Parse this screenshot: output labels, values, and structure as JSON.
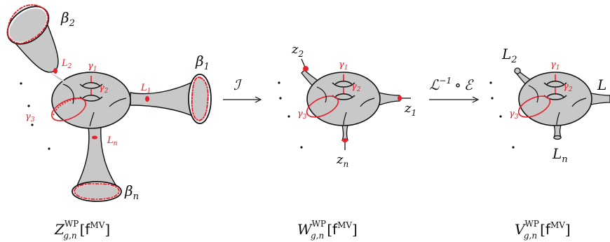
{
  "panels": [
    {
      "caption": {
        "main": "Z",
        "sup": "WP",
        "sub": "g,n",
        "bracket_open": "[",
        "arg": "f",
        "arg_sup": "MV",
        "bracket_close": "]"
      },
      "labels": {
        "beta2": "β",
        "beta2_sub": "2",
        "beta1": "β",
        "beta1_sub": "1",
        "betan": "β",
        "betan_sub": "n",
        "L2": "L",
        "L2_sub": "2",
        "L1": "L",
        "L1_sub": "1",
        "Ln": "L",
        "Ln_sub": "n",
        "g1": "γ",
        "g1_sub": "1",
        "g2": "γ",
        "g2_sub": "2",
        "g3": "γ",
        "g3_sub": "3"
      }
    },
    {
      "caption": {
        "main": "W",
        "sup": "WP",
        "sub": "g,n",
        "bracket_open": "[",
        "arg": "f",
        "arg_sup": "MV",
        "bracket_close": "]"
      },
      "labels": {
        "z2": "z",
        "z2_sub": "2",
        "z1": "z",
        "z1_sub": "1",
        "zn": "z",
        "zn_sub": "n",
        "g1": "γ",
        "g1_sub": "1",
        "g2": "γ",
        "g2_sub": "2",
        "g3": "γ",
        "g3_sub": "3"
      }
    },
    {
      "caption": {
        "main": "V",
        "sup": "WP",
        "sub": "g,n",
        "bracket_open": "[",
        "arg": "f",
        "arg_sup": "MV",
        "bracket_close": "]"
      },
      "labels": {
        "L2": "L",
        "L2_sub": "2",
        "L1": "L",
        "Ln": "L",
        "Ln_sub": "n",
        "g1": "γ",
        "g1_sub": "1",
        "g2": "γ",
        "g2_sub": "2",
        "g3": "γ",
        "g3_sub": "3"
      }
    }
  ],
  "arrows": [
    {
      "label": "ℐ"
    },
    {
      "label": "ℒ",
      "sup": "−1",
      "op": "∘",
      "label2": "ℰ"
    }
  ],
  "colors": {
    "fill": "#c8c8c8",
    "stroke": "#111111",
    "red": "#e8202a"
  }
}
